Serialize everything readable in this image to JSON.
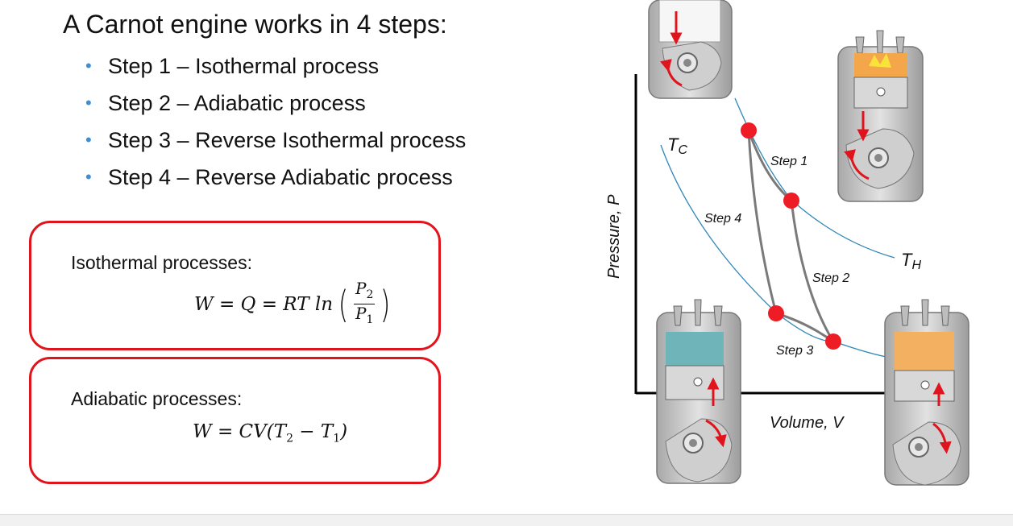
{
  "slide": {
    "title": "A Carnot engine works in 4 steps:",
    "steps": [
      "Step 1 – Isothermal process",
      "Step 2 – Adiabatic process",
      "Step 3 – Reverse Isothermal process",
      "Step 4 – Reverse Adiabatic process"
    ],
    "bullet_color": "#3b8fd9"
  },
  "boxes": {
    "isothermal": {
      "label": "Isothermal processes:",
      "eq_lhs": "W = Q = RT ln",
      "eq_num": "P",
      "eq_num_sub": "2",
      "eq_den": "P",
      "eq_den_sub": "1"
    },
    "adiabatic": {
      "label": "Adiabatic processes:",
      "eq": "W = CV(T",
      "eq_sub1": "2",
      "eq_mid": " − T",
      "eq_sub2": "1",
      "eq_end": ")"
    },
    "border_color": "#e0141c"
  },
  "pv_diagram": {
    "y_axis_label": "Pressure, P",
    "x_axis_label": "Volume, V",
    "tc_label": "T",
    "tc_sub": "C",
    "th_label": "T",
    "th_sub": "H",
    "step_labels": [
      "Step 1",
      "Step 2",
      "Step 3",
      "Step 4"
    ],
    "point_color": "#ee1c24",
    "isotherm_color": "#2f86b8",
    "path_color": "#7a7a7a",
    "icons": [
      "piston-intake-icon",
      "piston-combustion-icon",
      "piston-compression-icon",
      "piston-power-icon"
    ]
  }
}
